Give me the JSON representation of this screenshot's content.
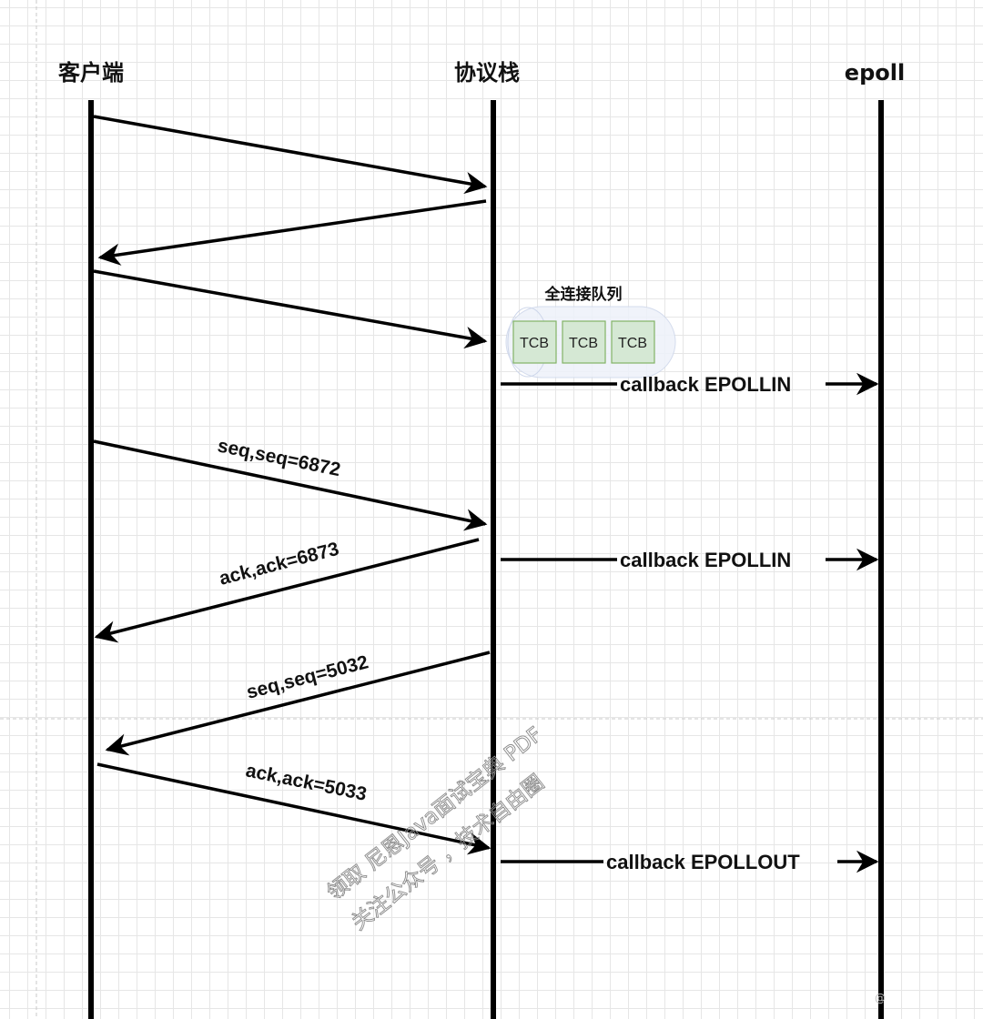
{
  "lanes": {
    "client": "客户端",
    "stack": "协议栈",
    "epoll": "epoll"
  },
  "queue": {
    "title": "全连接队列",
    "items": [
      "TCB",
      "TCB",
      "TCB"
    ]
  },
  "messages": {
    "data_seq": "seq,seq=6872",
    "data_ack": "ack,ack=6873",
    "reply_seq": "seq,seq=5032",
    "reply_ack": "ack,ack=5033"
  },
  "callbacks": {
    "accept": "callback EPOLLIN",
    "read": "callback EPOLLIN",
    "write": "callback EPOLLOUT"
  },
  "watermark": {
    "line1": "领取 尼恩Java面试宝典 PDF",
    "line2": "关注公众号 ，技术自由圈",
    "corner": "@"
  },
  "colors": {
    "line": "#000000",
    "tcb_fill": "#d5e8d4",
    "tcb_stroke": "#82b366",
    "queue_fill": "#e8edf7",
    "queue_stroke": "#c5d0e6"
  }
}
